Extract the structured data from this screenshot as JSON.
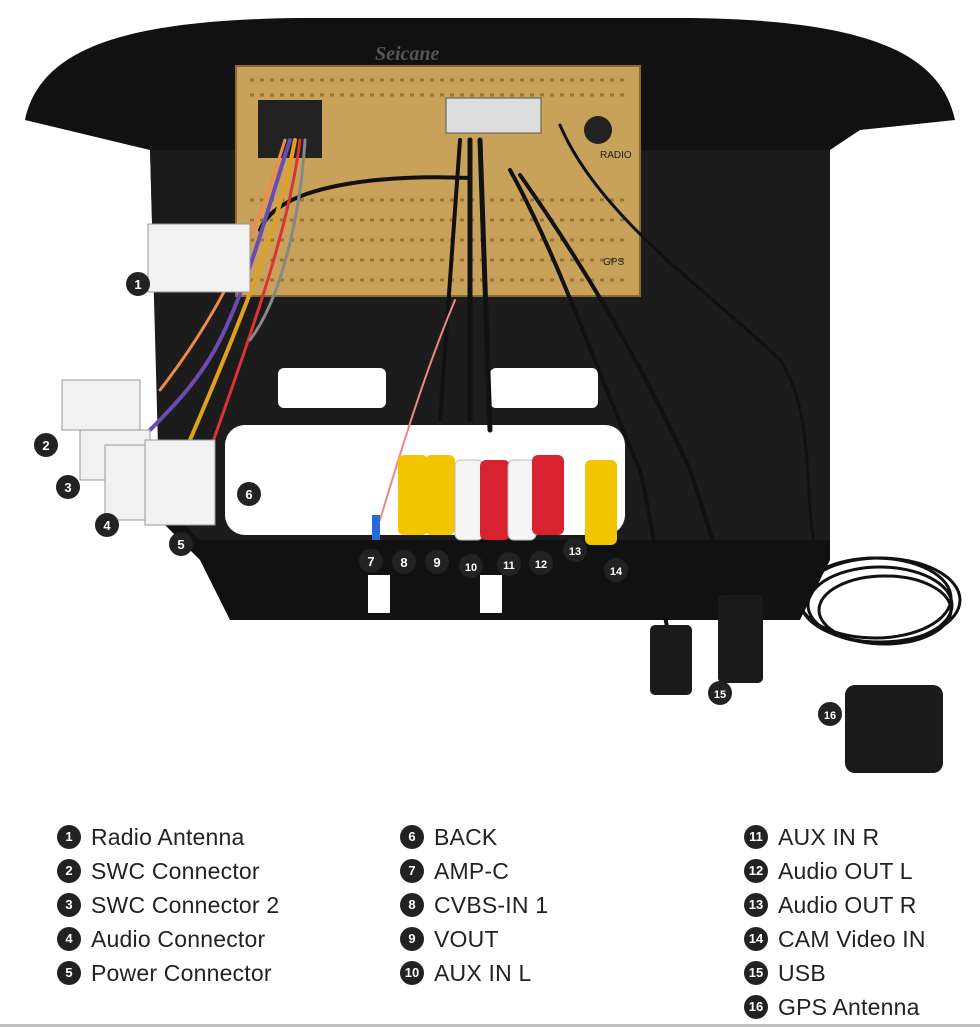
{
  "brand": "Seicane",
  "unit_labels": {
    "radio": "RADIO",
    "gps": "GPS"
  },
  "callouts": [
    "1",
    "2",
    "3",
    "4",
    "5",
    "6",
    "7",
    "8",
    "9",
    "10",
    "11",
    "12",
    "13",
    "14",
    "15",
    "16"
  ],
  "legend": {
    "columns": [
      [
        {
          "num": "1",
          "label": "Radio Antenna"
        },
        {
          "num": "2",
          "label": "SWC Connector"
        },
        {
          "num": "3",
          "label": "SWC Connector 2"
        },
        {
          "num": "4",
          "label": "Audio Connector"
        },
        {
          "num": "5",
          "label": "Power Connector"
        }
      ],
      [
        {
          "num": "6",
          "label": "BACK"
        },
        {
          "num": "7",
          "label": "AMP-C"
        },
        {
          "num": "8",
          "label": "CVBS-IN 1"
        },
        {
          "num": "9",
          "label": "VOUT"
        },
        {
          "num": "10",
          "label": "AUX IN L"
        }
      ],
      [
        {
          "num": "11",
          "label": "AUX IN R"
        },
        {
          "num": "12",
          "label": "Audio OUT L"
        },
        {
          "num": "13",
          "label": "Audio OUT R"
        },
        {
          "num": "14",
          "label": "CAM Video IN"
        },
        {
          "num": "15",
          "label": "USB"
        },
        {
          "num": "16",
          "label": "GPS Antenna"
        }
      ]
    ]
  }
}
